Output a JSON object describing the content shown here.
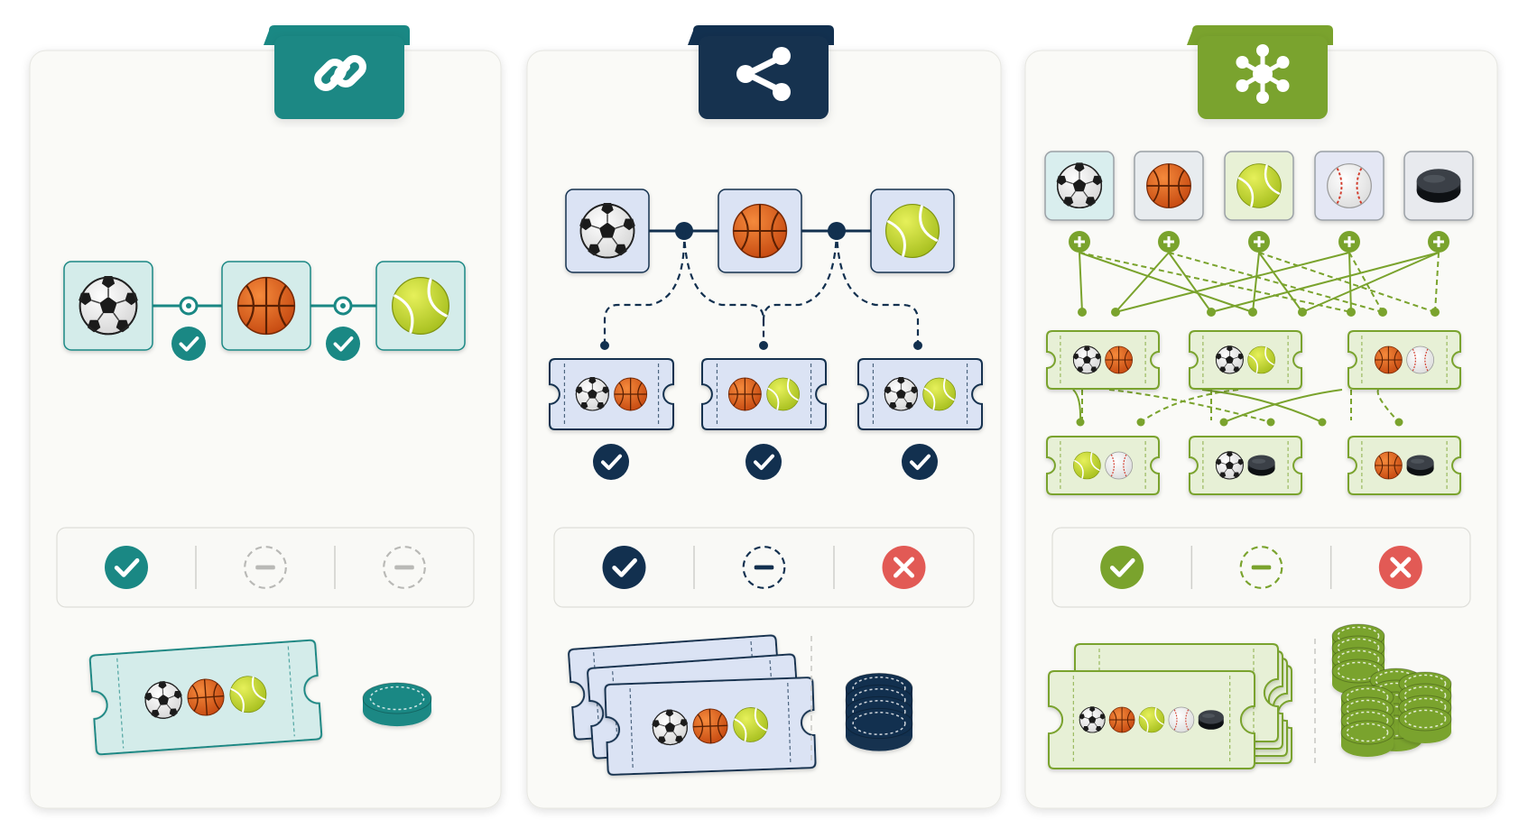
{
  "colors": {
    "background": "#ffffff",
    "card": "#fafaf7",
    "card_border": "#e6e6e1",
    "teal": "#1a8884",
    "teal_light": "#d4ecea",
    "navy": "#12304f",
    "navy_light": "#dbe3f4",
    "green": "#7aa32d",
    "green_light": "#e7f0d6",
    "red": "#e25a55",
    "grey": "#b9b9b6"
  },
  "panels": [
    {
      "id": "single",
      "header_icon": "link-icon",
      "theme": "teal",
      "selections": [
        "soccer-ball-icon",
        "basketball-icon",
        "tennis-ball-icon"
      ],
      "legs_combined": true,
      "combination_tickets": [],
      "outcome_statuses": [
        "won",
        "void-pending",
        "void-pending"
      ],
      "result_tickets": 1,
      "ticket_contents": [
        "soccer-ball-icon",
        "basketball-icon",
        "tennis-ball-icon"
      ],
      "stake_stacks": 1
    },
    {
      "id": "system",
      "header_icon": "share-icon",
      "theme": "navy",
      "selections": [
        "soccer-ball-icon",
        "basketball-icon",
        "tennis-ball-icon"
      ],
      "combination_tickets": [
        [
          "soccer-ball-icon",
          "basketball-icon"
        ],
        [
          "basketball-icon",
          "tennis-ball-icon"
        ],
        [
          "soccer-ball-icon",
          "tennis-ball-icon"
        ]
      ],
      "combination_status": [
        "won",
        "won",
        "won"
      ],
      "outcome_statuses": [
        "won",
        "pending",
        "lost"
      ],
      "result_tickets": 3,
      "ticket_contents": [
        "soccer-ball-icon",
        "basketball-icon",
        "tennis-ball-icon"
      ],
      "stake_stacks": 1
    },
    {
      "id": "network",
      "header_icon": "network-hub-icon",
      "theme": "green",
      "selections": [
        "soccer-ball-icon",
        "basketball-icon",
        "tennis-ball-icon",
        "baseball-icon",
        "hockey-puck-icon"
      ],
      "combination_tickets": [
        [
          "soccer-ball-icon",
          "basketball-icon"
        ],
        [
          "soccer-ball-icon",
          "tennis-ball-icon"
        ],
        [
          "basketball-icon",
          "baseball-icon"
        ],
        [
          "tennis-ball-icon",
          "baseball-icon"
        ],
        [
          "soccer-ball-icon",
          "hockey-puck-icon"
        ],
        [
          "basketball-icon",
          "hockey-puck-icon"
        ]
      ],
      "outcome_statuses": [
        "won",
        "pending",
        "lost"
      ],
      "result_tickets": 5,
      "ticket_contents": [
        "soccer-ball-icon",
        "basketball-icon",
        "tennis-ball-icon",
        "baseball-icon",
        "hockey-puck-icon"
      ],
      "stake_stacks": 3
    }
  ]
}
